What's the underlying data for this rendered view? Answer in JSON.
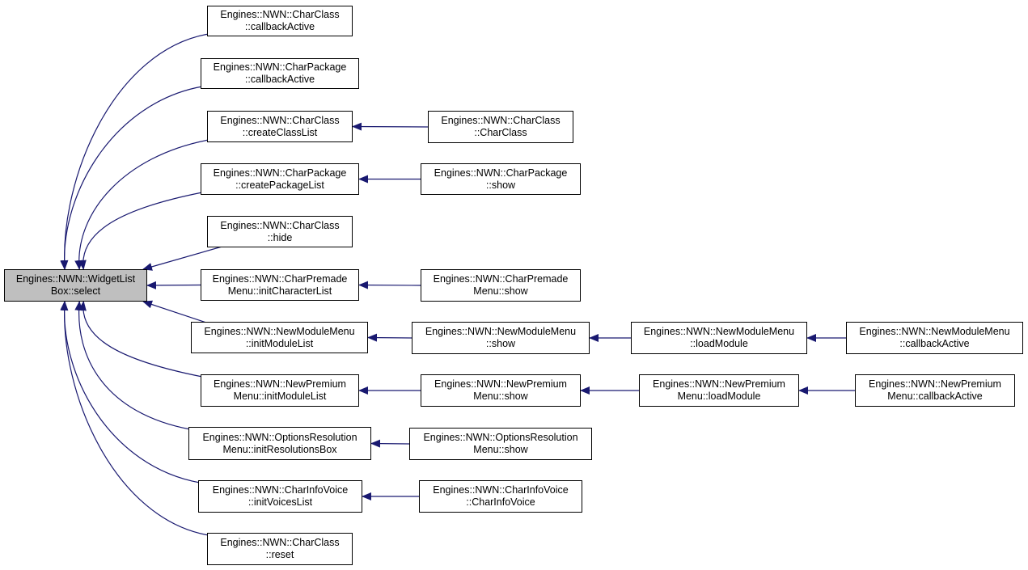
{
  "colors": {
    "edge": "#191970",
    "node_border": "#000000",
    "focus_fill": "#bfbfbf",
    "node_fill": "#ffffff"
  },
  "nodes": [
    {
      "id": "root",
      "lines": [
        "Engines::NWN::WidgetList",
        "Box::select"
      ],
      "focus": true
    },
    {
      "id": "cc_cba",
      "lines": [
        "Engines::NWN::CharClass",
        "::callbackActive"
      ]
    },
    {
      "id": "cp_cba",
      "lines": [
        "Engines::NWN::CharPackage",
        "::callbackActive"
      ]
    },
    {
      "id": "cc_ccl",
      "lines": [
        "Engines::NWN::CharClass",
        "::createClassList"
      ]
    },
    {
      "id": "cp_cpl",
      "lines": [
        "Engines::NWN::CharPackage",
        "::createPackageList"
      ]
    },
    {
      "id": "cc_hide",
      "lines": [
        "Engines::NWN::CharClass",
        "::hide"
      ]
    },
    {
      "id": "cpm_icl",
      "lines": [
        "Engines::NWN::CharPremade",
        "Menu::initCharacterList"
      ]
    },
    {
      "id": "nmm_iml",
      "lines": [
        "Engines::NWN::NewModuleMenu",
        "::initModuleList"
      ]
    },
    {
      "id": "npm_iml",
      "lines": [
        "Engines::NWN::NewPremium",
        "Menu::initModuleList"
      ]
    },
    {
      "id": "orm_irb",
      "lines": [
        "Engines::NWN::OptionsResolution",
        "Menu::initResolutionsBox"
      ]
    },
    {
      "id": "civ_ivl",
      "lines": [
        "Engines::NWN::CharInfoVoice",
        "::initVoicesList"
      ]
    },
    {
      "id": "cc_reset",
      "lines": [
        "Engines::NWN::CharClass",
        "::reset"
      ]
    },
    {
      "id": "cc_ctor",
      "lines": [
        "Engines::NWN::CharClass",
        "::CharClass"
      ]
    },
    {
      "id": "cp_show",
      "lines": [
        "Engines::NWN::CharPackage",
        "::show"
      ]
    },
    {
      "id": "cpm_show",
      "lines": [
        "Engines::NWN::CharPremade",
        "Menu::show"
      ]
    },
    {
      "id": "nmm_show",
      "lines": [
        "Engines::NWN::NewModuleMenu",
        "::show"
      ]
    },
    {
      "id": "npm_show",
      "lines": [
        "Engines::NWN::NewPremium",
        "Menu::show"
      ]
    },
    {
      "id": "orm_show",
      "lines": [
        "Engines::NWN::OptionsResolution",
        "Menu::show"
      ]
    },
    {
      "id": "civ_ctor",
      "lines": [
        "Engines::NWN::CharInfoVoice",
        "::CharInfoVoice"
      ]
    },
    {
      "id": "nmm_lm",
      "lines": [
        "Engines::NWN::NewModuleMenu",
        "::loadModule"
      ]
    },
    {
      "id": "npm_lm",
      "lines": [
        "Engines::NWN::NewPremium",
        "Menu::loadModule"
      ]
    },
    {
      "id": "nmm_cba",
      "lines": [
        "Engines::NWN::NewModuleMenu",
        "::callbackActive"
      ]
    },
    {
      "id": "npm_cba",
      "lines": [
        "Engines::NWN::NewPremium",
        "Menu::callbackActive"
      ]
    }
  ],
  "edges": [
    {
      "from": "cc_cba",
      "to": "root"
    },
    {
      "from": "cp_cba",
      "to": "root"
    },
    {
      "from": "cc_ccl",
      "to": "root"
    },
    {
      "from": "cp_cpl",
      "to": "root"
    },
    {
      "from": "cc_hide",
      "to": "root"
    },
    {
      "from": "cpm_icl",
      "to": "root"
    },
    {
      "from": "nmm_iml",
      "to": "root"
    },
    {
      "from": "npm_iml",
      "to": "root"
    },
    {
      "from": "orm_irb",
      "to": "root"
    },
    {
      "from": "civ_ivl",
      "to": "root"
    },
    {
      "from": "cc_reset",
      "to": "root"
    },
    {
      "from": "cc_ctor",
      "to": "cc_ccl"
    },
    {
      "from": "cp_show",
      "to": "cp_cpl"
    },
    {
      "from": "cpm_show",
      "to": "cpm_icl"
    },
    {
      "from": "nmm_show",
      "to": "nmm_iml"
    },
    {
      "from": "npm_show",
      "to": "npm_iml"
    },
    {
      "from": "orm_show",
      "to": "orm_irb"
    },
    {
      "from": "civ_ctor",
      "to": "civ_ivl"
    },
    {
      "from": "nmm_lm",
      "to": "nmm_show"
    },
    {
      "from": "npm_lm",
      "to": "npm_show"
    },
    {
      "from": "nmm_cba",
      "to": "nmm_lm"
    },
    {
      "from": "npm_cba",
      "to": "npm_lm"
    }
  ]
}
